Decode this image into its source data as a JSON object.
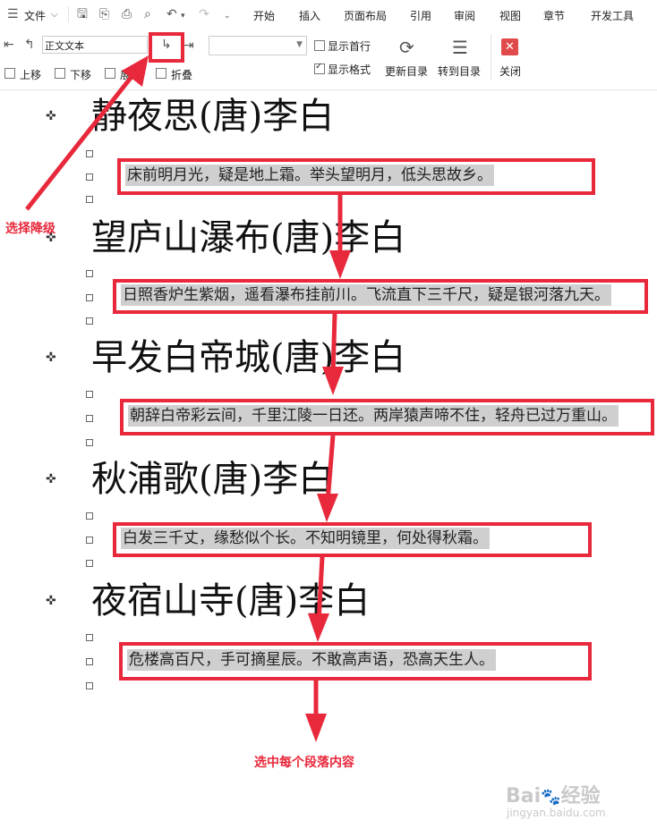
{
  "toolbar": {
    "file_menu": "文件",
    "tabs": [
      "开始",
      "插入",
      "页面布局",
      "引用",
      "审阅",
      "视图",
      "章节",
      "开发工具"
    ],
    "style_value": "正文文本",
    "move_up": "上移",
    "move_down": "下移",
    "expand": "展开",
    "collapse": "折叠",
    "show_first_line": "显示首行",
    "show_format": "显示格式",
    "update_toc": "更新目录",
    "goto_toc": "转到目录",
    "close": "关闭",
    "show_first_line_checked": false,
    "show_format_checked": true
  },
  "document": {
    "sections": [
      {
        "heading": "静夜思(唐)李白",
        "paragraph": "床前明月光，疑是地上霜。举头望明月，低头思故乡。"
      },
      {
        "heading": "望庐山瀑布(唐)李白",
        "paragraph": "日照香炉生紫烟，遥看瀑布挂前川。飞流直下三千尺，疑是银河落九天。"
      },
      {
        "heading": "早发白帝城(唐)李白",
        "paragraph": "朝辞白帝彩云间，千里江陵一日还。两岸猿声啼不住，轻舟已过万重山。"
      },
      {
        "heading": "秋浦歌(唐)李白",
        "paragraph": "白发三千丈，缘愁似个长。不知明镜里，何处得秋霜。"
      },
      {
        "heading": "夜宿山寺(唐)李白",
        "paragraph": "危楼高百尺，手可摘星辰。不敢高声语，恐高天生人。"
      }
    ]
  },
  "annotations": {
    "demote_label": "选择降级",
    "select_label": "选中每个段落内容"
  },
  "watermark": {
    "brand_a": "Bai",
    "brand_b": "经验",
    "url": "jingyan.baidu.com"
  },
  "colors": {
    "annotation_red": "#e8283b",
    "highlight_gray": "#cfcfcf",
    "close_button_red": "#e04a4a"
  }
}
